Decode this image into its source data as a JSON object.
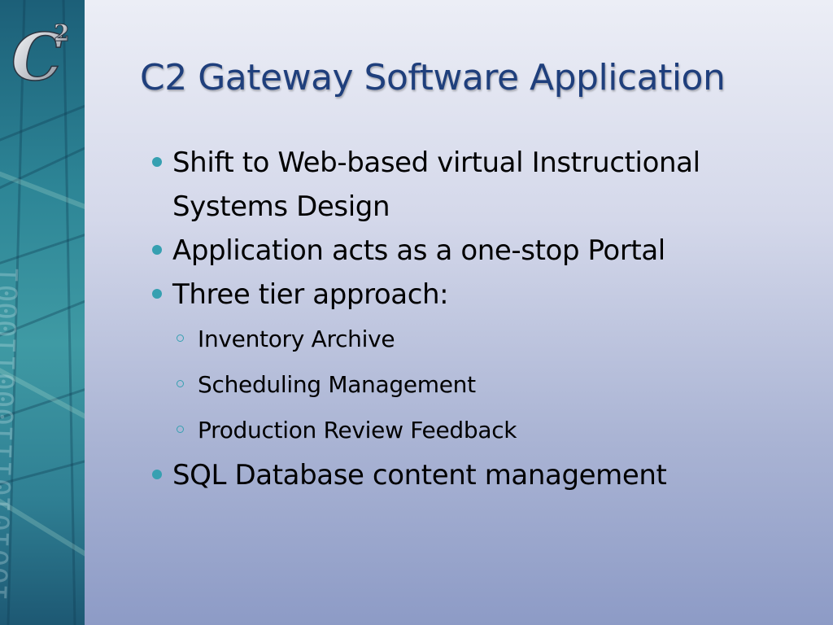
{
  "slide": {
    "logo": {
      "text": "C",
      "superscript": "2"
    },
    "sidebar_watermark": "1001010111000110001",
    "title": "C2 Gateway Software Application",
    "bullets": [
      {
        "level": 1,
        "text": "Shift to Web-based virtual Instructional Systems Design"
      },
      {
        "level": 1,
        "text": "Application acts as a one-stop Portal"
      },
      {
        "level": 1,
        "text": "Three tier approach:"
      },
      {
        "level": 2,
        "text": "Inventory Archive"
      },
      {
        "level": 2,
        "text": "Scheduling Management"
      },
      {
        "level": 2,
        "text": "Production Review Feedback"
      },
      {
        "level": 1,
        "text": "SQL Database content management"
      }
    ]
  },
  "colors": {
    "title": "#1f3f7c",
    "bullet": "#36a0b1",
    "sidebar": "#2d8596",
    "background_top": "#eceef6",
    "background_bottom": "#8d9bc6"
  }
}
